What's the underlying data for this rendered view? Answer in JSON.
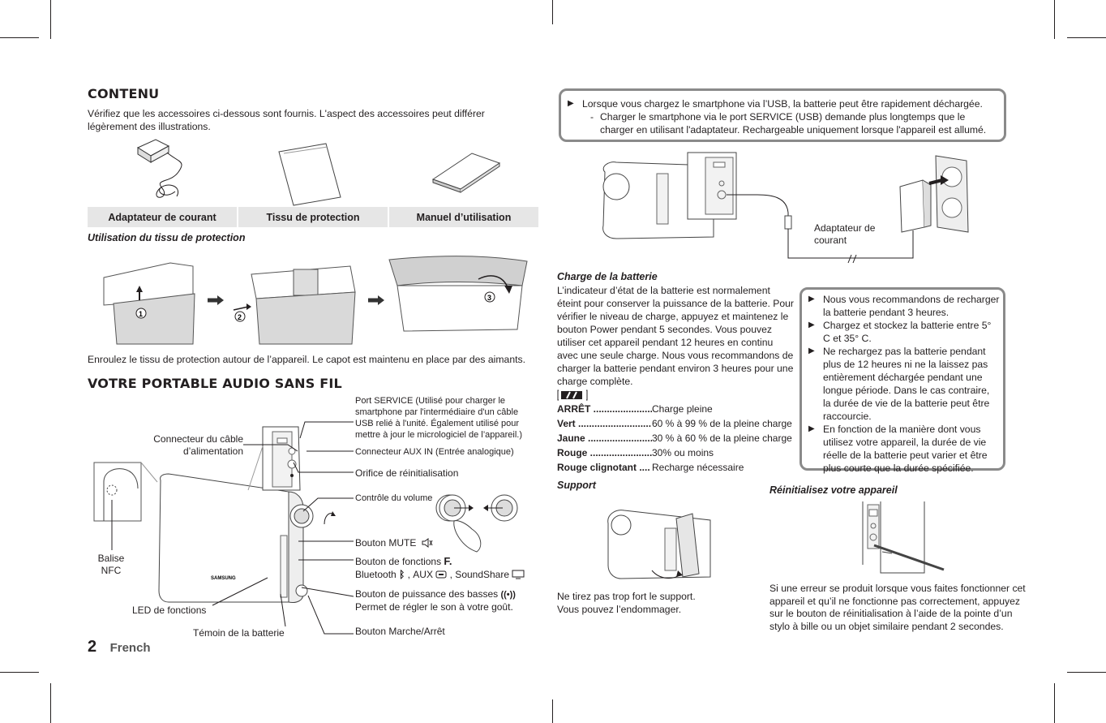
{
  "page": {
    "number": "2",
    "language": "French"
  },
  "contents": {
    "heading": "CONTENU",
    "intro": "Vérifiez que les accessoires ci-dessous sont fournis. L'aspect des accessoires peut différer légèrement des illustrations.",
    "accessories": [
      "Adaptateur de courant",
      "Tissu de protection",
      "Manuel d’utilisation"
    ]
  },
  "cloth": {
    "title": "Utilisation du tissu de protection",
    "steps": [
      "1",
      "2",
      "3"
    ],
    "caption": "Enroulez le tissu de protection autour de l’appareil. Le capot est maintenu en place par des aimants."
  },
  "device": {
    "heading": "VOTRE PORTABLE AUDIO SANS FIL",
    "labels": {
      "power_connector": "Connecteur du câble d’alimentation",
      "service_port": "Port SERVICE (Utilisé pour charger le smartphone par l'intermédiaire d'un câble USB relié à l'unité. Également utilisé pour mettre à jour le micrologiciel de l’appareil.)",
      "aux_in": "Connecteur AUX IN (Entrée analogique)",
      "reset_hole": "Orifice de réinitialisation",
      "volume": "Contrôle du volume",
      "nfc": "Balise NFC",
      "mute": "Bouton MUTE",
      "function_button": "Bouton de fonctions",
      "function_sources_a": "Bluetooth",
      "function_sources_b": ", AUX",
      "function_sources_c": ", SoundShare",
      "bass_1": "Bouton de puissance des basses",
      "bass_2": "Permet de régler le son à votre goût.",
      "led": "LED de fonctions",
      "battery_led": "Témoin de la batterie",
      "power_button": "Bouton Marche/Arrêt"
    }
  },
  "usb_note": {
    "bullet": "Lorsque vous chargez le smartphone via l’USB, la batterie peut être rapidement déchargée.",
    "dash_mark": "-",
    "dash": "Charger le smartphone via le port SERVICE (USB) demande plus longtemps que le charger en utilisant l'adaptateur. Rechargeable uniquement lorsque l'appareil est allumé."
  },
  "adapter_label": "Adaptateur de courant",
  "battery": {
    "title": "Charge de la batterie",
    "text": "L’indicateur d’état de la batterie est normalement éteint pour conserver la puissance de la batterie. Pour vérifier le niveau de charge, appuyez et maintenez le bouton Power pendant 5 secondes. Vous pouvez utiliser cet appareil pendant 12 heures en continu avec une seule charge. Nous vous recommandons de charger la batterie pendant environ 3 heures pour une charge complète.",
    "status": [
      {
        "key": "ARRÊT ......................",
        "value": "Charge pleine"
      },
      {
        "key": "Vert ...........................",
        "value": "60 % à 99 % de la pleine charge"
      },
      {
        "key": "Jaune .........................",
        "value": "30 % à 60 % de la pleine charge"
      },
      {
        "key": "Rouge .......................",
        "value": "30% ou moins"
      },
      {
        "key": "Rouge clignotant ....",
        "value": "Recharge nécessaire"
      }
    ]
  },
  "battery_tips": [
    "Nous vous recommandons de recharger la batterie pendant 3 heures.",
    "Chargez et stockez la batterie entre 5° C et 35° C.",
    "Ne rechargez pas la batterie pendant plus de 12 heures ni ne la laissez pas entièrement déchargée pendant une longue période. Dans le cas contraire, la durée de vie de la batterie peut être raccourcie.",
    "En fonction de la manière dont vous utilisez votre appareil, la durée de vie réelle de la batterie peut varier et être plus courte que la durée spécifiée."
  ],
  "support": {
    "title": "Support",
    "caption": "Ne tirez pas trop fort le support. Vous pouvez l’endommager."
  },
  "reset": {
    "title": "Réinitialisez votre appareil",
    "caption": "Si une erreur se produit lorsque vous faites fonctionner cet appareil et qu’il ne fonctionne pas correctement, appuyez sur le bouton de réinitialisation à l’aide de la pointe d’un stylo à bille ou un objet similaire pendant 2 secondes."
  },
  "icons": {
    "bullet": "▶",
    "mute": "mute-speaker-icon",
    "function": "function-f-icon",
    "bluetooth": "bluetooth-icon",
    "aux": "aux-icon",
    "soundshare": "tv-icon",
    "bass": "bass-waves-icon"
  },
  "colors": {
    "text": "#231f20",
    "table_bg": "#e6e6e6",
    "box_border": "#8a8a8a"
  }
}
